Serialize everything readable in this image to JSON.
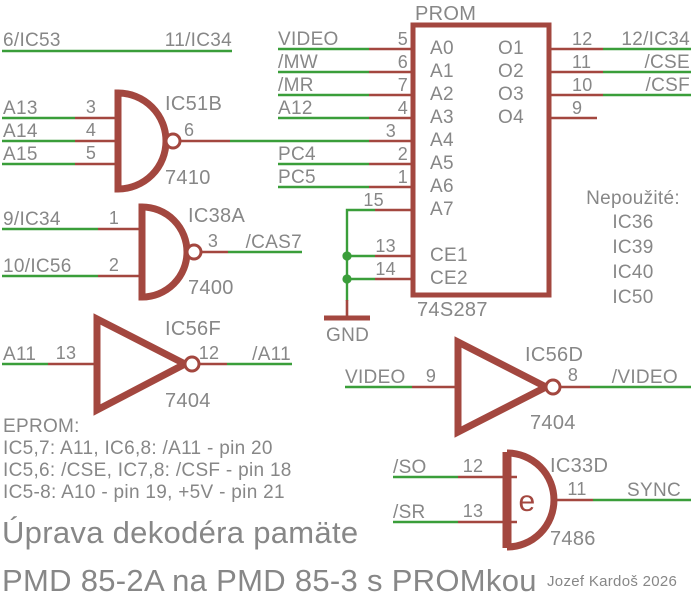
{
  "colors": {
    "wire": "#3a9e3a",
    "component": "#a3473f",
    "text": "#878787",
    "background": "#ffffff"
  },
  "top_link": {
    "left": "6/IC53",
    "right": "11/IC34"
  },
  "prom": {
    "title": "PROM",
    "part": "74S287",
    "left_rows": [
      {
        "pin": "5",
        "net": "VIDEO",
        "port": "A0"
      },
      {
        "pin": "6",
        "net": "/MW",
        "port": "A1"
      },
      {
        "pin": "7",
        "net": "/MR",
        "port": "A2"
      },
      {
        "pin": "4",
        "net": "A12",
        "port": "A3"
      },
      {
        "pin": "3",
        "net": "",
        "port": "A4"
      },
      {
        "pin": "2",
        "net": "PC4",
        "port": "A5"
      },
      {
        "pin": "1",
        "net": "PC5",
        "port": "A6"
      },
      {
        "pin": "15",
        "net": "",
        "port": "A7"
      }
    ],
    "ce_rows": [
      {
        "pin": "13",
        "port": "CE1"
      },
      {
        "pin": "14",
        "port": "CE2"
      }
    ],
    "right_rows": [
      {
        "pin": "12",
        "net": "12/IC34",
        "port": "O1"
      },
      {
        "pin": "11",
        "net": "/CSE",
        "port": "O2"
      },
      {
        "pin": "10",
        "net": "/CSF",
        "port": "O3"
      },
      {
        "pin": "9",
        "net": "",
        "port": "O4"
      }
    ],
    "gnd": "GND"
  },
  "gate_ic51b": {
    "name": "IC51B",
    "part": "7410",
    "in1_net": "A13",
    "in1_pin": "3",
    "in2_net": "A14",
    "in2_pin": "4",
    "in3_net": "A15",
    "in3_pin": "5",
    "out_pin": "6"
  },
  "gate_ic38a": {
    "name": "IC38A",
    "part": "7400",
    "in1_net": "9/IC34",
    "in1_pin": "1",
    "in2_net": "10/IC56",
    "in2_pin": "2",
    "out_pin": "3",
    "out_net": "/CAS7"
  },
  "gate_ic56f": {
    "name": "IC56F",
    "part": "7404",
    "in_net": "A11",
    "in_pin": "13",
    "out_pin": "12",
    "out_net": "/A11"
  },
  "gate_ic56d": {
    "name": "IC56D",
    "part": "7404",
    "in_net": "VIDEO",
    "in_pin": "9",
    "out_pin": "8",
    "out_net": "/VIDEO"
  },
  "gate_ic33d": {
    "name": "IC33D",
    "part": "7486",
    "body_glyph": "e",
    "in1_net": "/SO",
    "in1_pin": "12",
    "in2_net": "/SR",
    "in2_pin": "13",
    "out_pin": "11",
    "out_net": "SYNC"
  },
  "unused": {
    "title": "Nepoužité:",
    "item1": "IC36",
    "item2": "IC39",
    "item3": "IC40",
    "item4": "IC50"
  },
  "eprom_notes": {
    "title": "EPROM:",
    "line1": "IC5,7: A11, IC6,8: /A11 - pin 20",
    "line2": "IC5,6: /CSE, IC7,8: /CSF - pin 18",
    "line3": "IC5-8: A10 - pin 19, +5V - pin 21"
  },
  "footer": {
    "title_line1": "Úprava dekodéra pamäte",
    "title_line2": "PMD 85-2A na PMD 85-3 s PROMkou",
    "credit": "Jozef Kardoš 2026"
  }
}
